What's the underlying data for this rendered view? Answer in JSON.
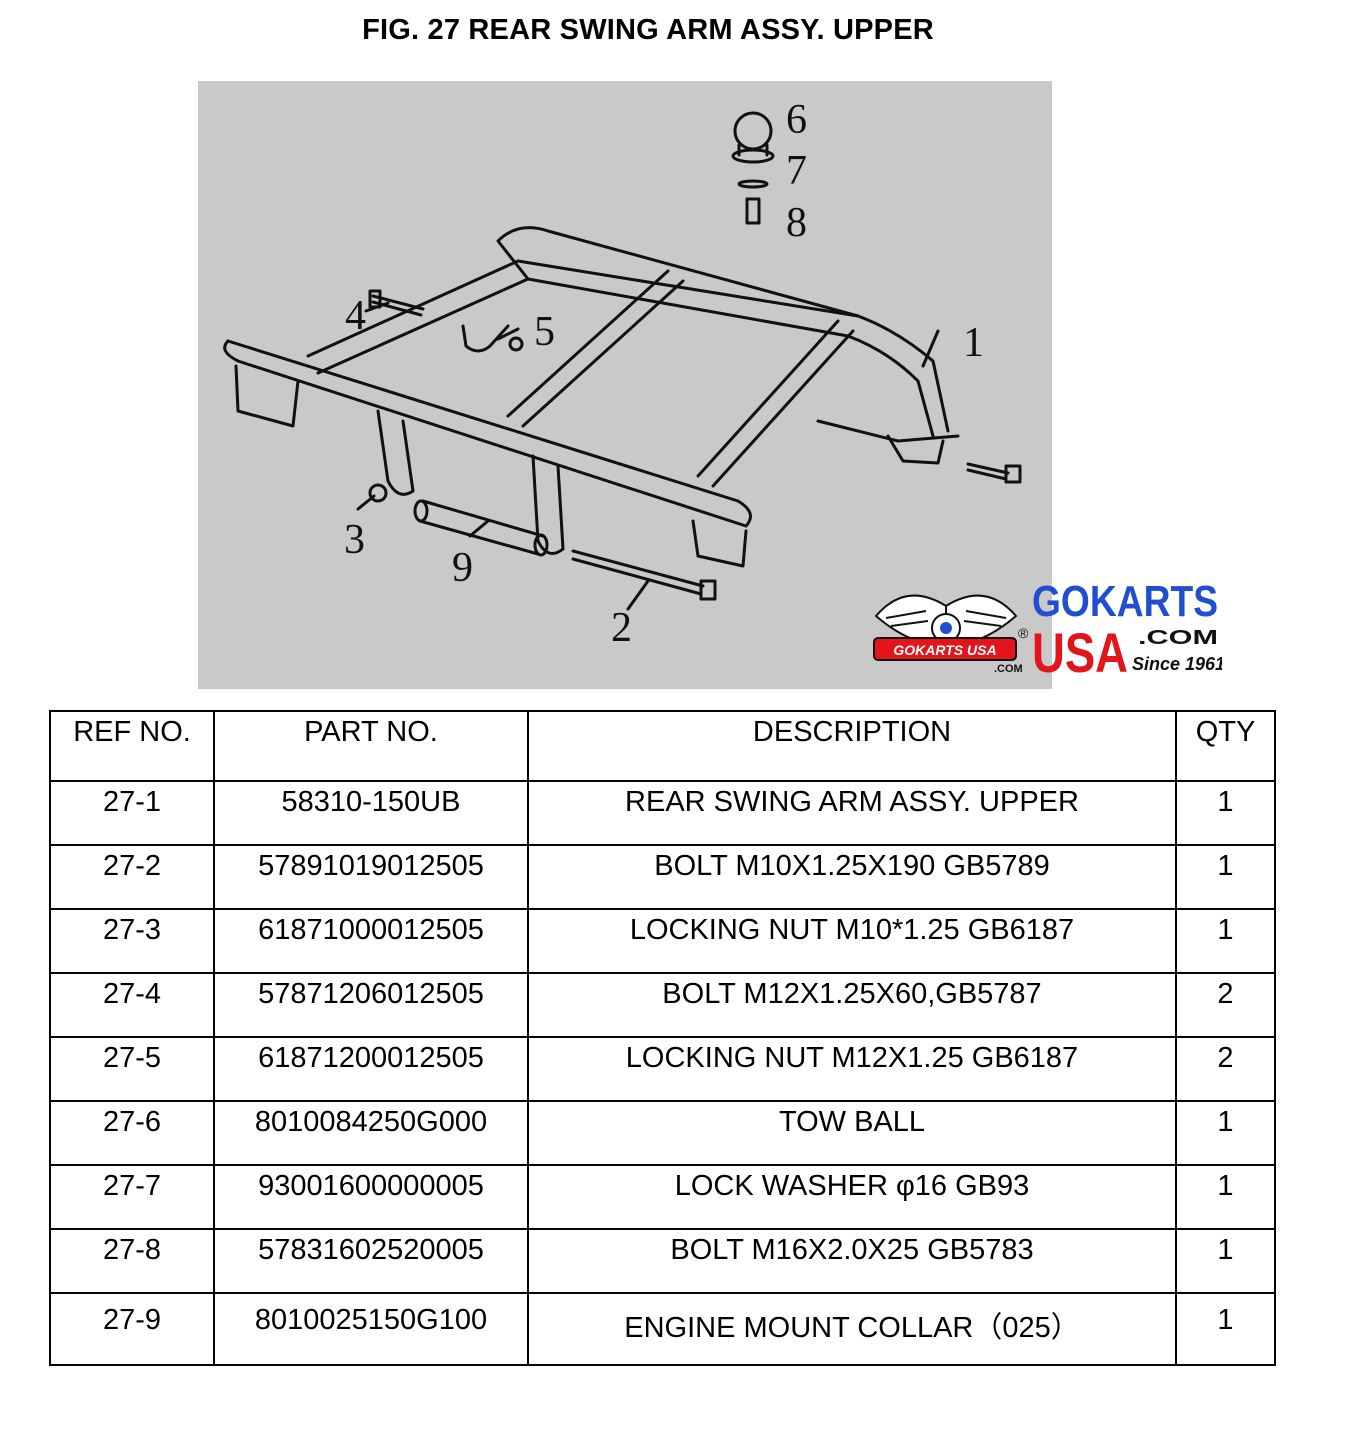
{
  "page": {
    "title": "FIG. 27 REAR SWING ARM ASSY. UPPER"
  },
  "figure": {
    "background_color": "#c9c9c9",
    "callouts": [
      "1",
      "2",
      "3",
      "4",
      "5",
      "6",
      "7",
      "8",
      "9"
    ]
  },
  "logo": {
    "line1": "GOKARTS",
    "line2": "USA",
    "domain": ".COM",
    "tagline": "Since 1961",
    "badge": "GOKARTS USA",
    "badge_sub": ".COM",
    "registered": "®",
    "brand_blue": "#1f4fd0",
    "brand_red": "#e3151b"
  },
  "table": {
    "headers": [
      "REF NO.",
      "PART NO.",
      "DESCRIPTION",
      "QTY"
    ],
    "rows": [
      [
        "27-1",
        "58310-150UB",
        "REAR SWING ARM ASSY. UPPER",
        "1"
      ],
      [
        "27-2",
        "57891019012505",
        "BOLT M10X1.25X190 GB5789",
        "1"
      ],
      [
        "27-3",
        "61871000012505",
        "LOCKING NUT M10*1.25 GB6187",
        "1"
      ],
      [
        "27-4",
        "57871206012505",
        "BOLT M12X1.25X60,GB5787",
        "2"
      ],
      [
        "27-5",
        "61871200012505",
        "LOCKING NUT M12X1.25 GB6187",
        "2"
      ],
      [
        "27-6",
        "8010084250G000",
        "TOW BALL",
        "1"
      ],
      [
        "27-7",
        "93001600000005",
        "LOCK WASHER φ16 GB93",
        "1"
      ],
      [
        "27-8",
        "57831602520005",
        "BOLT M16X2.0X25 GB5783",
        "1"
      ],
      [
        "27-9",
        "8010025150G100",
        "ENGINE MOUNT COLLAR（025）",
        "1"
      ]
    ]
  }
}
